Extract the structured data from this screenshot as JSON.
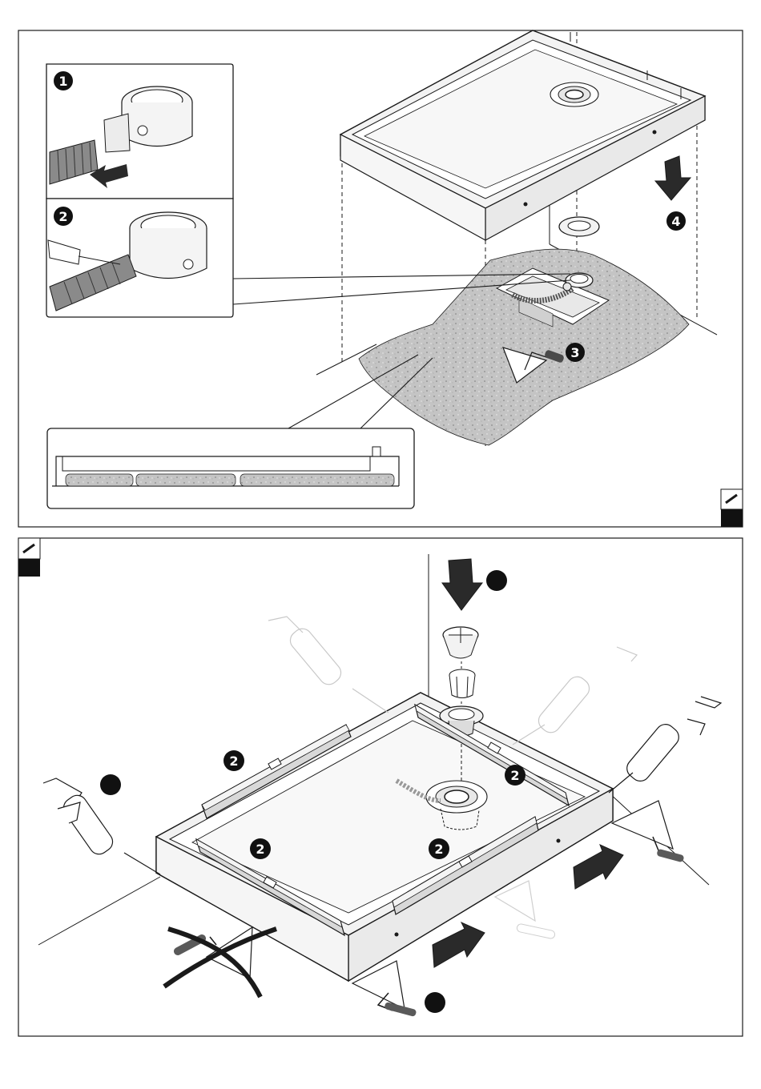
{
  "panel_top": {
    "steps": [
      {
        "label": "1"
      },
      {
        "label": "2"
      },
      {
        "label": "3"
      },
      {
        "label": "4"
      }
    ]
  },
  "panel_bottom": {
    "callouts": [
      {
        "label": "2"
      },
      {
        "label": "2"
      },
      {
        "label": "2"
      },
      {
        "label": "2"
      }
    ],
    "blank_markers": 3
  },
  "icons": [
    "pencil-icon",
    "arrow-down-icon",
    "arrow-left-icon",
    "arrow-right-icon",
    "trowel-icon",
    "spirit-level-icon",
    "caulk-gun-icon",
    "drain-waste-icon",
    "crossed-out-icon"
  ],
  "colors": {
    "ink": "#1a1a1a",
    "mortar": "#bdbdbd",
    "surface": "#f2f2f2",
    "arrow": "#2a2a2a"
  }
}
